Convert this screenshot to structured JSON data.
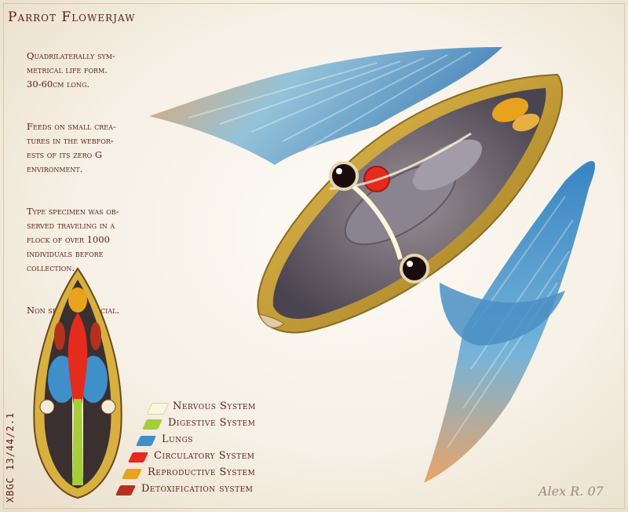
{
  "title": "Parrot Flowerjaw",
  "notes": [
    "Quadrilaterally sym-\nmetrical life form.\n30-60cm long.",
    "Feeds on small crea-\ntures in the webfor-\nests of its zero G\nenvironment.",
    "Type specimen was ob-\nserved traveling in a\nflock of over 1000\nindividuals before\ncollection.",
    "Non sentient. Social."
  ],
  "catalog_id": "XBGC 13/44/2.1",
  "signature": "Alex R. 07",
  "legend": [
    {
      "label": "Nervous System",
      "color": "#fbf6dc"
    },
    {
      "label": "Digestive System",
      "color": "#a8cc3a"
    },
    {
      "label": "Lungs",
      "color": "#3f8fc8"
    },
    {
      "label": "Circulatory System",
      "color": "#e52a1e"
    },
    {
      "label": "Reproductive System",
      "color": "#e9a21e"
    },
    {
      "label": "Detoxification system",
      "color": "#b2321e"
    }
  ],
  "colors": {
    "ink": "#5a1f14",
    "fin_blue": "#3f8fc8",
    "fin_orange": "#e9a060",
    "shell_gold": "#d8b040"
  }
}
